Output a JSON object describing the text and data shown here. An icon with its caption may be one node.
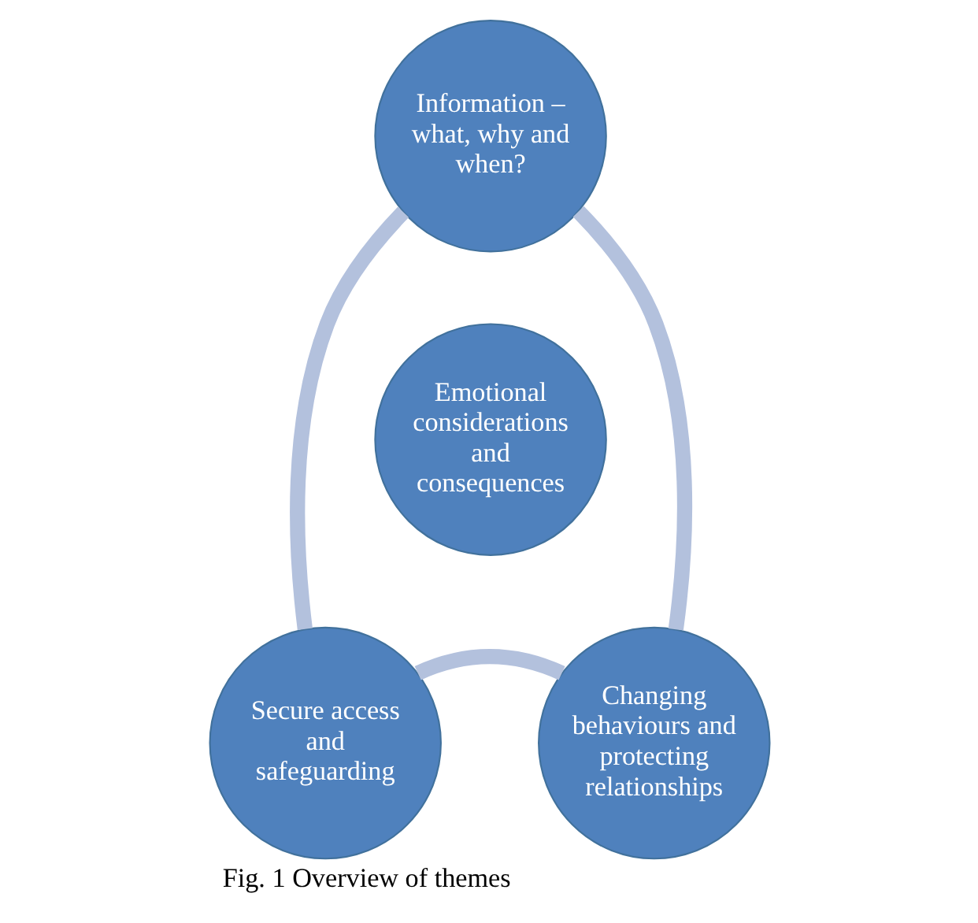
{
  "diagram": {
    "caption": "Fig. 1 Overview of themes",
    "nodes": [
      {
        "text": [
          "Information – what, why and when?"
        ]
      },
      {
        "text": [
          "Emotional considerations and consequences"
        ]
      },
      {
        "text": [
          "Secure access and safeguarding"
        ]
      },
      {
        "text": [
          "Changing behaviours and protecting relationships"
        ]
      }
    ],
    "edges": [
      {
        "from": 0,
        "to": 3,
        "arrow": "none"
      },
      {
        "from": 3,
        "to": 2,
        "arrow": "none"
      },
      {
        "from": 2,
        "to": 0,
        "arrow": "none"
      }
    ]
  }
}
